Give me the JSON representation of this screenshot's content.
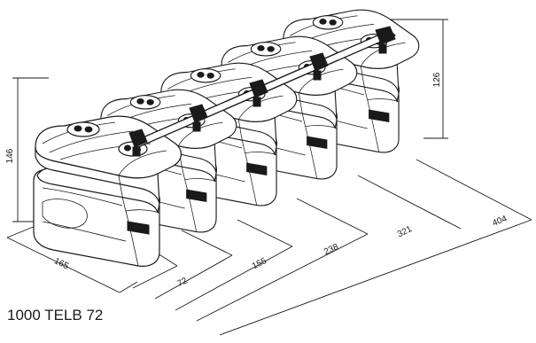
{
  "caption": "1000 TELB 72",
  "dimensions": {
    "height_left": "146",
    "height_right": "126",
    "depth": "165",
    "width_1": "72",
    "width_2": "155",
    "width_3": "238",
    "width_4": "321",
    "width_5": "404"
  },
  "tank_count": 5
}
